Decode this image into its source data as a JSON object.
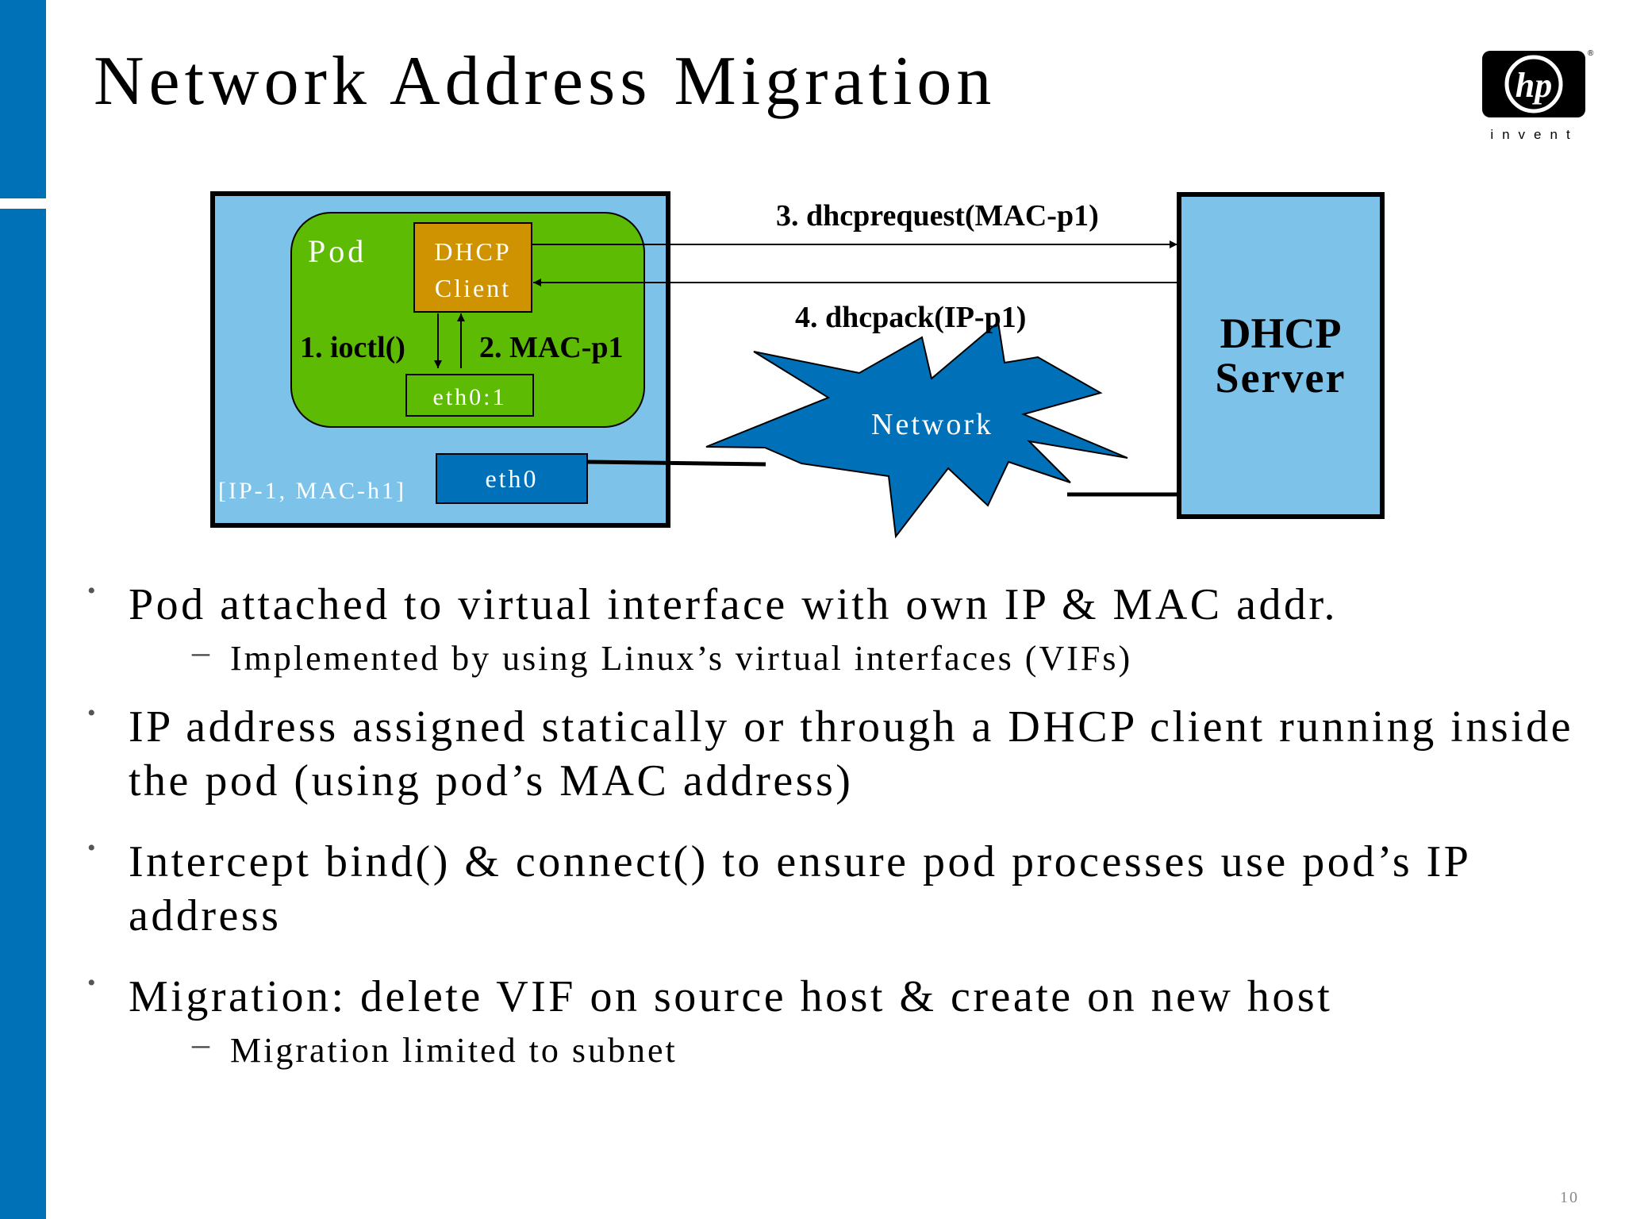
{
  "slide": {
    "title": "Network Address Migration",
    "page_number": "10"
  },
  "logo": {
    "mark": "hp",
    "tagline": "invent",
    "registered": "®"
  },
  "diagram": {
    "pod_label": "Pod",
    "dhcp_client_line1": "DHCP",
    "dhcp_client_line2": "Client",
    "vif_label": "eth0:1",
    "ioctl_label": "1. ioctl()",
    "mac_label": "2. MAC-p1",
    "host_address": "[IP-1, MAC-h1]",
    "eth_label": "eth0",
    "network_label": "Network",
    "request_label": "3. dhcprequest(MAC-p1)",
    "ack_label": "4. dhcpack(IP-p1)",
    "server_line1": "DHCP",
    "server_line2": "Server",
    "colors": {
      "host_fill": "#7dc2e8",
      "pod_fill": "#5ebb04",
      "client_fill": "#cf9200",
      "network_fill": "#0070b8",
      "server_fill": "#7dc2e8",
      "eth_fill": "#0070b8"
    }
  },
  "bullets": [
    {
      "text": "Pod attached to virtual interface with own IP & MAC addr.",
      "sub": [
        "Implemented by using Linux’s virtual interfaces (VIFs)"
      ]
    },
    {
      "text": "IP address assigned statically or through a DHCP client running inside the pod (using pod’s MAC address)",
      "sub": []
    },
    {
      "text": "Intercept bind() & connect() to ensure pod processes use pod’s IP address",
      "sub": []
    },
    {
      "text": "Migration: delete VIF on source host & create on new host",
      "sub": [
        "Migration limited to subnet"
      ]
    }
  ]
}
